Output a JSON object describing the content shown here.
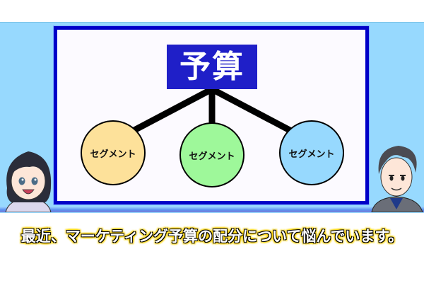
{
  "diagram": {
    "root": {
      "label": "予算",
      "color": "#1f1fc8"
    },
    "children": [
      {
        "label": "セグメント",
        "color": "#fde19a"
      },
      {
        "label": "セグメント",
        "color": "#9ef89a"
      },
      {
        "label": "セグメント",
        "color": "#97d9fe"
      }
    ]
  },
  "characters": {
    "left": {
      "name": "woman",
      "expression": "worried-smile"
    },
    "right": {
      "name": "man",
      "expression": "smile"
    }
  },
  "subtitle": "最近、マーケティング予算の配分について悩んでいます。",
  "colors": {
    "background_panel": "#97d9fe",
    "frame_border": "#0000c8",
    "frame_fill": "#fcfaff",
    "subtitle_glow": "#ffd400"
  }
}
